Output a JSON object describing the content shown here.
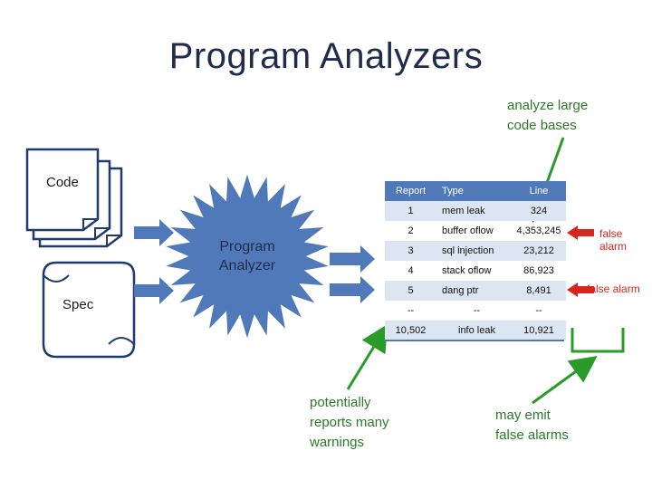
{
  "title": "Program Analyzers",
  "labels": {
    "code": "Code",
    "spec": "Spec",
    "analyzer_line1": "Program",
    "analyzer_line2": "Analyzer"
  },
  "notes": {
    "top_line1": "analyze large",
    "top_line2": "code bases",
    "left_line1": "potentially",
    "left_line2": "reports many",
    "left_line3": "warnings",
    "right_line1": "may emit",
    "right_line2": "false alarms",
    "false_alarm_1": "false alarm",
    "false_alarm_2": "false alarm"
  },
  "table": {
    "headers": [
      "Report",
      "Type",
      "Line"
    ],
    "rows": [
      [
        "1",
        "mem leak",
        "324"
      ],
      [
        "2",
        "buffer oflow",
        "4,353,245"
      ],
      [
        "3",
        "sql injection",
        "23,212"
      ],
      [
        "4",
        "stack oflow",
        "86,923"
      ],
      [
        "5",
        "dang ptr",
        "8,491"
      ],
      [
        "--",
        "--",
        "--"
      ],
      [
        "10,502",
        "info leak",
        "10,921"
      ]
    ]
  },
  "colors": {
    "title": "#1f2d4a",
    "table_header": "#4f79b8",
    "table_band": "#dce6f2",
    "green": "#2a9a2a",
    "red": "#d8261f"
  }
}
